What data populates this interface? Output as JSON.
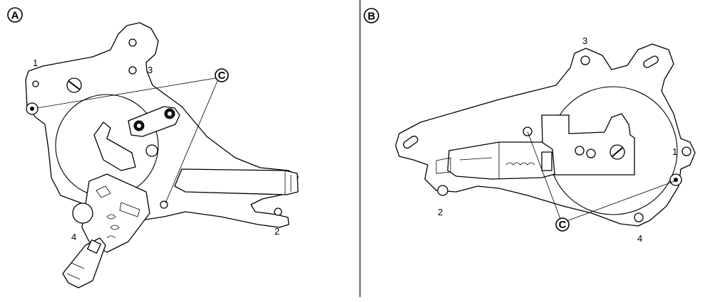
{
  "panels": [
    {
      "id": "A",
      "badge": "A",
      "callouts": [
        {
          "number": "1"
        },
        {
          "number": "2"
        },
        {
          "number": "3"
        },
        {
          "number": "4"
        }
      ],
      "circled_callout": "C"
    },
    {
      "id": "B",
      "badge": "B",
      "callouts": [
        {
          "number": "1"
        },
        {
          "number": "2"
        },
        {
          "number": "3"
        },
        {
          "number": "4"
        }
      ],
      "circled_callout": "C"
    }
  ]
}
